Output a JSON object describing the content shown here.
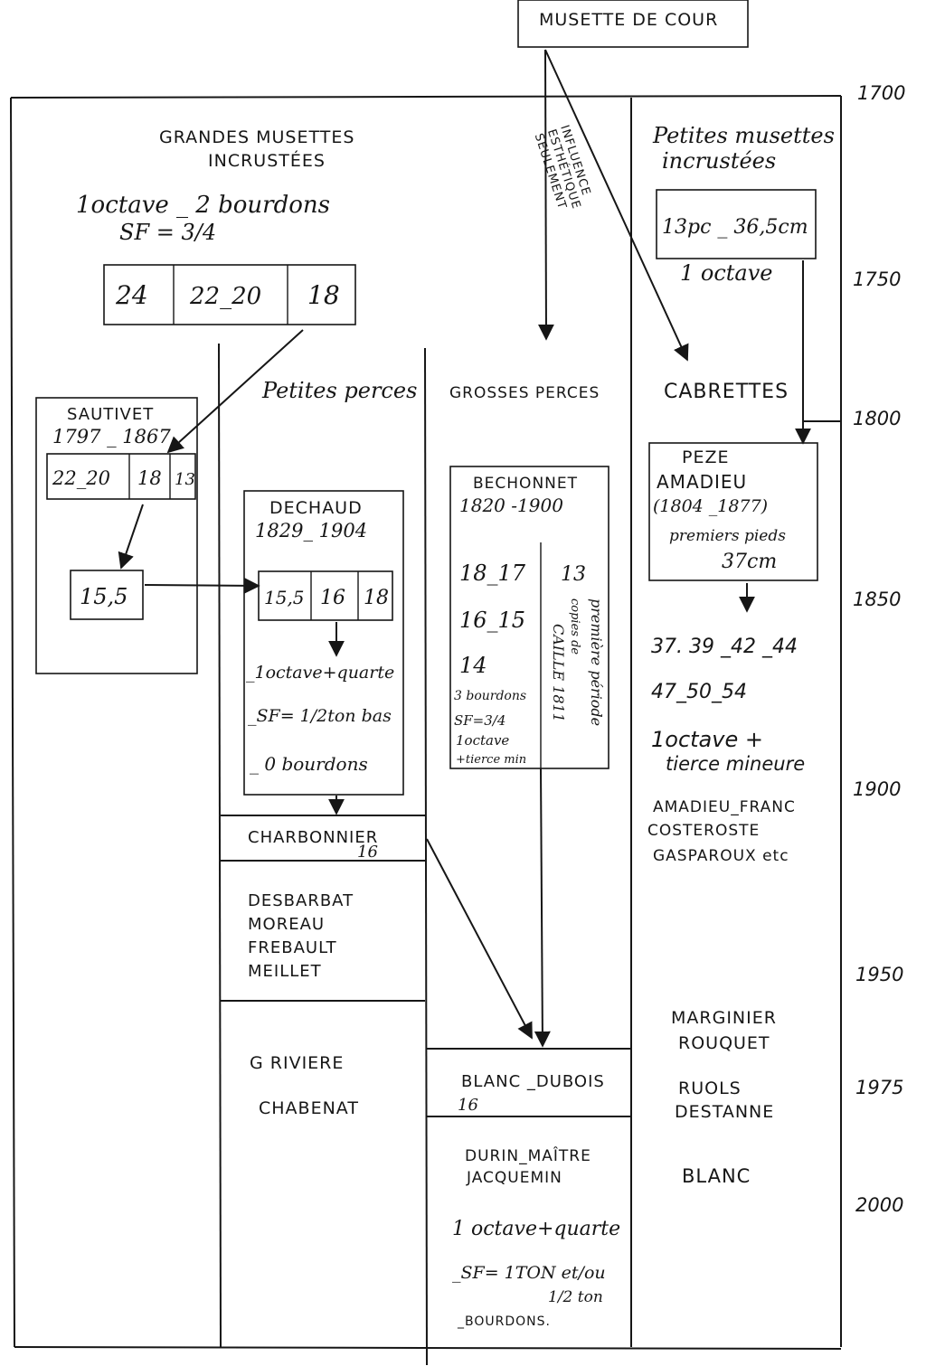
{
  "origin": {
    "label": "MUSETTE DE COUR"
  },
  "influence_note": [
    "INFLUENCE",
    "ESTHÉTIQUE",
    "SEULEMENT"
  ],
  "years": [
    "1700",
    "1750",
    "1800",
    "1850",
    "1900",
    "1950",
    "1975",
    "2000"
  ],
  "grandes": {
    "title": [
      "GRANDES MUSETTES",
      "INCRUSTÉES"
    ],
    "desc1": "1octave _ 2 bourdons",
    "desc2": "SF = 3/4",
    "sizes": [
      "24",
      "22_20",
      "18"
    ]
  },
  "petites_musettes": {
    "title": [
      "Petites musettes",
      "incrustées"
    ],
    "size": "13pc _ 36,5cm",
    "octave": "1 octave"
  },
  "column_headers": {
    "petites_perces": "Petites perces",
    "grosses_perces": "GROSSES PERCES",
    "cabrettes": "CABRETTES"
  },
  "sautivet": {
    "name": "SAUTIVET",
    "dates": "1797 _ 1867",
    "sizes": [
      "22_20",
      "18",
      "13"
    ],
    "derived": "15,5"
  },
  "dechaud": {
    "name": "DECHAUD",
    "dates": "1829_ 1904",
    "sizes": [
      "15,5",
      "16",
      "18"
    ],
    "notes": [
      "_1octave+quarte",
      "_SF= 1/2ton bas",
      "_ 0 bourdons"
    ]
  },
  "charbonnier": {
    "name": "CHARBONNIER",
    "size": "16"
  },
  "makers_petites_1": [
    "DESBARBAT",
    "MOREAU",
    "FREBAULT",
    "MEILLET"
  ],
  "makers_petites_2": [
    "G RIVIERE",
    "CHABENAT"
  ],
  "bechonnet": {
    "name": "BECHONNET",
    "dates": "1820 -1900",
    "sizes": [
      "18_17",
      "16_15",
      "14"
    ],
    "side_size": "13",
    "notes": [
      "3 bourdons",
      "SF=3/4",
      "1octave",
      "+tierce min"
    ],
    "vertical_note": [
      "première période",
      "copies de",
      "CAILLE 1811"
    ]
  },
  "blanc_dubois": {
    "name": "BLANC _DUBOIS",
    "size": "16"
  },
  "makers_grosses": [
    "DURIN_MAÎTRE",
    "JACQUEMIN"
  ],
  "grosses_notes": [
    "1 octave+quarte",
    "_SF= 1TON et/ou",
    "1/2 ton",
    "_BOURDONS."
  ],
  "peze": {
    "name": [
      "PEZE",
      "AMADIEU"
    ],
    "dates": "(1804 _1877)",
    "pieds": "premiers pieds",
    "size": "37cm"
  },
  "cabrettes_sizes": [
    "37. 39 _42 _44",
    "47_50_54"
  ],
  "cabrettes_octave": [
    "1octave +",
    "tierce mineure"
  ],
  "cabrettes_makers_1": [
    "AMADIEU_FRANC",
    "COSTEROSTE",
    "GASPAROUX etc"
  ],
  "cabrettes_makers_2": [
    "MARGINIER",
    "ROUQUET"
  ],
  "cabrettes_makers_3": [
    "RUOLS",
    "DESTANNE"
  ],
  "cabrettes_makers_4": [
    "BLANC"
  ]
}
